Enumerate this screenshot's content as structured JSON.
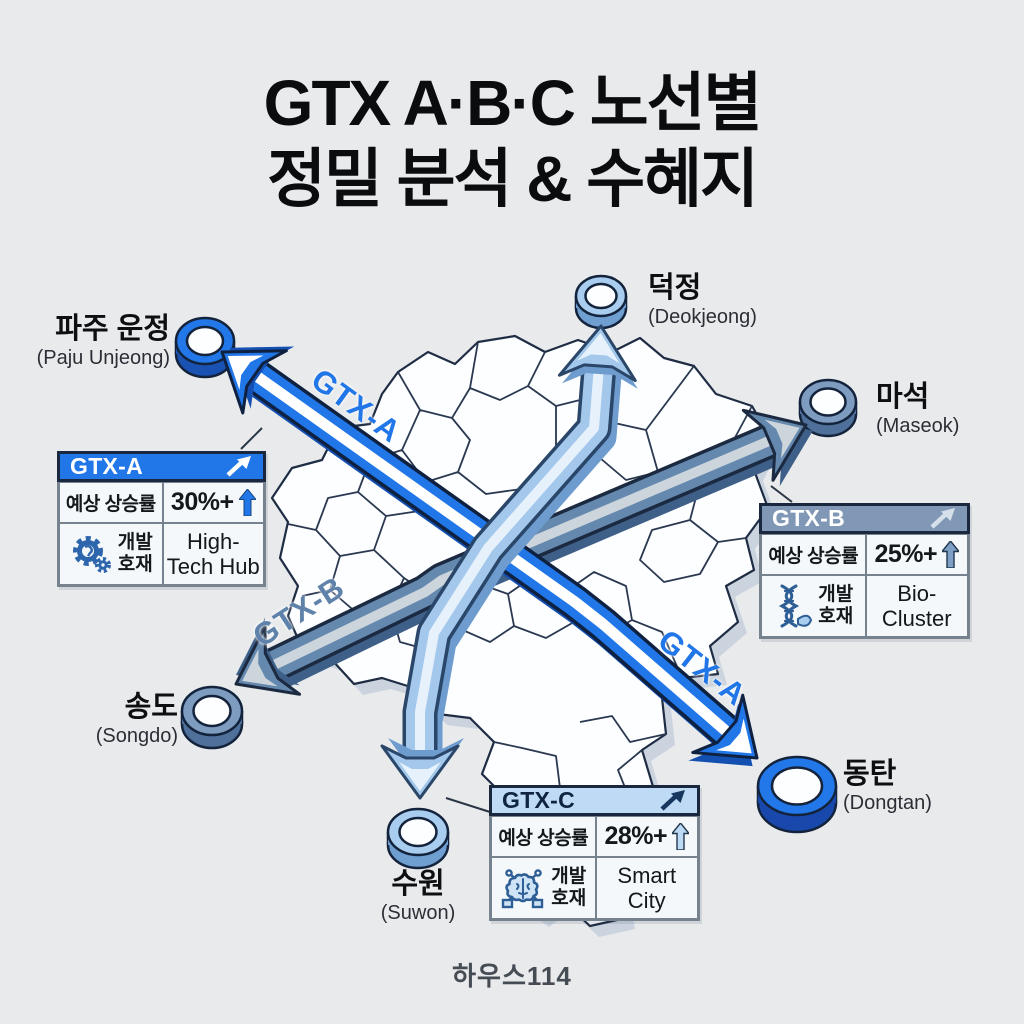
{
  "title": {
    "line1": "GTX A·B·C 노선별",
    "line2": "정밀 분석 & 수혜지"
  },
  "footer": {
    "brand": "하우스114"
  },
  "line_labels": {
    "gtx_a_upper": "GTX-A",
    "gtx_b": "GTX-B",
    "gtx_a_lower": "GTX-A"
  },
  "stations": {
    "paju_unjeong": {
      "name_kr": "파주 운정",
      "name_en": "(Paju Unjeong)"
    },
    "deokjeong": {
      "name_kr": "덕정",
      "name_en": "(Deokjeong)"
    },
    "maseok": {
      "name_kr": "마석",
      "name_en": "(Maseok)"
    },
    "songdo": {
      "name_kr": "송도",
      "name_en": "(Songdo)"
    },
    "suwon": {
      "name_kr": "수원",
      "name_en": "(Suwon)"
    },
    "dongtan": {
      "name_kr": "동탄",
      "name_en": "(Dongtan)"
    }
  },
  "cards": {
    "gtx_a": {
      "title": "GTX-A",
      "rate_label": "예상 상승률",
      "rate_value": "30%+",
      "dev_label_line1": "개발",
      "dev_label_line2": "호재",
      "dev_value_line1": "High-",
      "dev_value_line2": "Tech Hub",
      "icon": "gear-icon"
    },
    "gtx_b": {
      "title": "GTX-B",
      "rate_label": "예상 상승률",
      "rate_value": "25%+",
      "dev_label_line1": "개발",
      "dev_label_line2": "호재",
      "dev_value_line1": "Bio-",
      "dev_value_line2": "Cluster",
      "icon": "dna-leaf-icon"
    },
    "gtx_c": {
      "title": "GTX-C",
      "rate_label": "예상 상승률",
      "rate_value": "28%+",
      "dev_label_line1": "개발",
      "dev_label_line2": "호재",
      "dev_value_line1": "Smart",
      "dev_value_line2": "City",
      "icon": "ai-brain-icon"
    }
  },
  "colors": {
    "background": "#E8EAEC",
    "gtx_a_blue": "#2176E8",
    "gtx_b_steel": "#6589AE",
    "gtx_c_lightblue": "#A3C8EC",
    "card_header_a": "#2176E8",
    "card_header_b": "#8098B6",
    "card_header_c": "#BEDAF4",
    "outline_navy": "#16253C",
    "title_black": "#0B0C0E"
  }
}
